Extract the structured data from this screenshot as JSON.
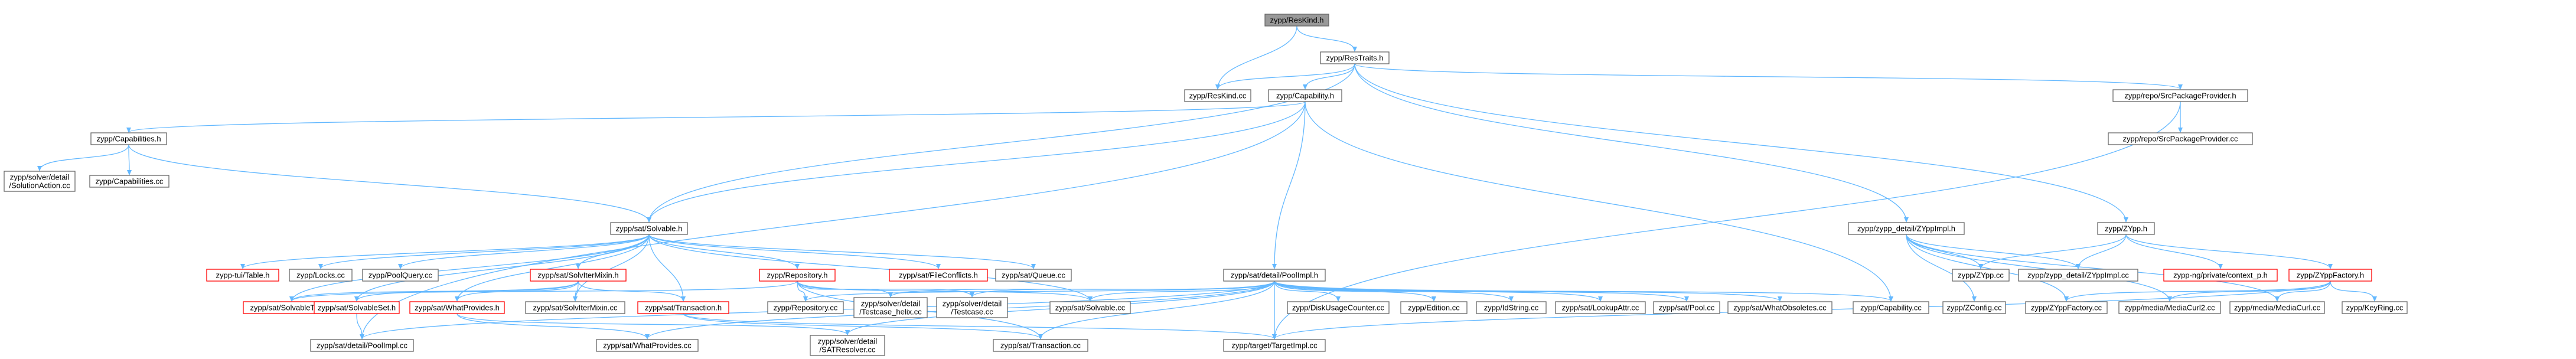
{
  "theme": {
    "edge_color": "#63b8ff",
    "root_fill": "#999999",
    "incomplete_border": "#ff0000"
  },
  "nodes": [
    {
      "id": "n_reskind_h",
      "lines": [
        "zypp/ResKind.h"
      ],
      "style": "root"
    },
    {
      "id": "n_restraits_h",
      "lines": [
        "zypp/ResTraits.h"
      ]
    },
    {
      "id": "n_reskind_cc",
      "lines": [
        "zypp/ResKind.cc"
      ]
    },
    {
      "id": "n_capability_h",
      "lines": [
        "zypp/Capability.h"
      ]
    },
    {
      "id": "n_srcpkgprov_h",
      "lines": [
        "zypp/repo/SrcPackageProvider.h"
      ]
    },
    {
      "id": "n_srcpkgprov_cc",
      "lines": [
        "zypp/repo/SrcPackageProvider.cc"
      ]
    },
    {
      "id": "n_capabilities_h",
      "lines": [
        "zypp/Capabilities.h"
      ]
    },
    {
      "id": "n_solutionaction_cc",
      "lines": [
        "zypp/solver/detail",
        "/SolutionAction.cc"
      ]
    },
    {
      "id": "n_capabilities_cc",
      "lines": [
        "zypp/Capabilities.cc"
      ]
    },
    {
      "id": "n_solvable_h",
      "lines": [
        "zypp/sat/Solvable.h"
      ]
    },
    {
      "id": "n_zyppimpl_h",
      "lines": [
        "zypp/zypp_detail/ZYppImpl.h"
      ]
    },
    {
      "id": "n_zypp_h",
      "lines": [
        "zypp/ZYpp.h"
      ]
    },
    {
      "id": "n_table_h",
      "lines": [
        "zypp-tui/Table.h"
      ],
      "style": "red"
    },
    {
      "id": "n_locks_cc",
      "lines": [
        "zypp/Locks.cc"
      ]
    },
    {
      "id": "n_poolquery_cc",
      "lines": [
        "zypp/PoolQuery.cc"
      ]
    },
    {
      "id": "n_solvitermixin_h",
      "lines": [
        "zypp/sat/SolvIterMixin.h"
      ],
      "style": "red"
    },
    {
      "id": "n_repository_h",
      "lines": [
        "zypp/Repository.h"
      ],
      "style": "red"
    },
    {
      "id": "n_fileconflicts_h",
      "lines": [
        "zypp/sat/FileConflicts.h"
      ],
      "style": "red"
    },
    {
      "id": "n_queue_cc",
      "lines": [
        "zypp/sat/Queue.cc"
      ]
    },
    {
      "id": "n_poolimpl_h",
      "lines": [
        "zypp/sat/detail/PoolImpl.h"
      ]
    },
    {
      "id": "n_zypp_cc",
      "lines": [
        "zypp/ZYpp.cc"
      ]
    },
    {
      "id": "n_zyppimpl_cc",
      "lines": [
        "zypp/zypp_detail/ZYppImpl.cc"
      ]
    },
    {
      "id": "n_context_p_h",
      "lines": [
        "zypp-ng/private/context_p.h"
      ],
      "style": "red"
    },
    {
      "id": "n_zyppfactory_h",
      "lines": [
        "zypp/ZYppFactory.h"
      ],
      "style": "red"
    },
    {
      "id": "n_solvabletype_h",
      "lines": [
        "zypp/sat/SolvableType.h"
      ],
      "style": "red"
    },
    {
      "id": "n_solvableset_h",
      "lines": [
        "zypp/sat/SolvableSet.h"
      ],
      "style": "red"
    },
    {
      "id": "n_whatprovides_h",
      "lines": [
        "zypp/sat/WhatProvides.h"
      ],
      "style": "red"
    },
    {
      "id": "n_solvitermixin_cc",
      "lines": [
        "zypp/sat/SolvIterMixin.cc"
      ]
    },
    {
      "id": "n_transaction_h",
      "lines": [
        "zypp/sat/Transaction.h"
      ],
      "style": "red"
    },
    {
      "id": "n_repository_cc",
      "lines": [
        "zypp/Repository.cc"
      ]
    },
    {
      "id": "n_testcase_helix_cc",
      "lines": [
        "zypp/solver/detail",
        "/Testcase_helix.cc"
      ]
    },
    {
      "id": "n_testcase_cc",
      "lines": [
        "zypp/solver/detail",
        "/Testcase.cc"
      ]
    },
    {
      "id": "n_solvable_cc",
      "lines": [
        "zypp/sat/Solvable.cc"
      ]
    },
    {
      "id": "n_diskusage_cc",
      "lines": [
        "zypp/DiskUsageCounter.cc"
      ]
    },
    {
      "id": "n_edition_cc",
      "lines": [
        "zypp/Edition.cc"
      ]
    },
    {
      "id": "n_idstring_cc",
      "lines": [
        "zypp/IdString.cc"
      ]
    },
    {
      "id": "n_lookupattr_cc",
      "lines": [
        "zypp/sat/LookupAttr.cc"
      ]
    },
    {
      "id": "n_pool_cc",
      "lines": [
        "zypp/sat/Pool.cc"
      ]
    },
    {
      "id": "n_whatobsoletes_cc",
      "lines": [
        "zypp/sat/WhatObsoletes.cc"
      ]
    },
    {
      "id": "n_capability_cc",
      "lines": [
        "zypp/Capability.cc"
      ]
    },
    {
      "id": "n_zconfig_cc",
      "lines": [
        "zypp/ZConfig.cc"
      ]
    },
    {
      "id": "n_zyppfactory_cc",
      "lines": [
        "zypp/ZYppFactory.cc"
      ]
    },
    {
      "id": "n_mediacurl2_cc",
      "lines": [
        "zypp/media/MediaCurl2.cc"
      ]
    },
    {
      "id": "n_mediacurl_cc",
      "lines": [
        "zypp/media/MediaCurl.cc"
      ]
    },
    {
      "id": "n_keyring_cc",
      "lines": [
        "zypp/KeyRing.cc"
      ]
    },
    {
      "id": "n_poolimpl_cc",
      "lines": [
        "zypp/sat/detail/PoolImpl.cc"
      ]
    },
    {
      "id": "n_whatprovides_cc",
      "lines": [
        "zypp/sat/WhatProvides.cc"
      ]
    },
    {
      "id": "n_satresolver_cc",
      "lines": [
        "zypp/solver/detail",
        "/SATResolver.cc"
      ]
    },
    {
      "id": "n_transaction_cc",
      "lines": [
        "zypp/sat/Transaction.cc"
      ]
    },
    {
      "id": "n_targetimpl_cc",
      "lines": [
        "zypp/target/TargetImpl.cc"
      ]
    }
  ],
  "edges": [
    [
      "n_reskind_h",
      "n_restraits_h"
    ],
    [
      "n_reskind_h",
      "n_reskind_cc"
    ],
    [
      "n_restraits_h",
      "n_reskind_cc"
    ],
    [
      "n_restraits_h",
      "n_capability_h"
    ],
    [
      "n_restraits_h",
      "n_srcpkgprov_h"
    ],
    [
      "n_restraits_h",
      "n_solvable_h"
    ],
    [
      "n_restraits_h",
      "n_zyppimpl_h"
    ],
    [
      "n_restraits_h",
      "n_zypp_h"
    ],
    [
      "n_srcpkgprov_h",
      "n_srcpkgprov_cc"
    ],
    [
      "n_srcpkgprov_h",
      "n_targetimpl_cc"
    ],
    [
      "n_capability_h",
      "n_capabilities_h"
    ],
    [
      "n_capability_h",
      "n_solvable_h"
    ],
    [
      "n_capability_h",
      "n_poolimpl_h"
    ],
    [
      "n_capability_h",
      "n_capability_cc"
    ],
    [
      "n_capability_h",
      "n_poolimpl_cc"
    ],
    [
      "n_capabilities_h",
      "n_solutionaction_cc"
    ],
    [
      "n_capabilities_h",
      "n_capabilities_cc"
    ],
    [
      "n_capabilities_h",
      "n_solvable_h"
    ],
    [
      "n_solvable_h",
      "n_table_h"
    ],
    [
      "n_solvable_h",
      "n_locks_cc"
    ],
    [
      "n_solvable_h",
      "n_poolquery_cc"
    ],
    [
      "n_solvable_h",
      "n_solvitermixin_h"
    ],
    [
      "n_solvable_h",
      "n_repository_h"
    ],
    [
      "n_solvable_h",
      "n_fileconflicts_h"
    ],
    [
      "n_solvable_h",
      "n_queue_cc"
    ],
    [
      "n_solvable_h",
      "n_solvabletype_h"
    ],
    [
      "n_solvable_h",
      "n_solvableset_h"
    ],
    [
      "n_solvable_h",
      "n_whatprovides_h"
    ],
    [
      "n_solvable_h",
      "n_solvitermixin_cc"
    ],
    [
      "n_solvable_h",
      "n_transaction_h"
    ],
    [
      "n_solvable_h",
      "n_solvable_cc"
    ],
    [
      "n_solvitermixin_h",
      "n_solvabletype_h"
    ],
    [
      "n_solvitermixin_h",
      "n_solvableset_h"
    ],
    [
      "n_solvitermixin_h",
      "n_whatprovides_h"
    ],
    [
      "n_solvitermixin_h",
      "n_solvitermixin_cc"
    ],
    [
      "n_solvitermixin_h",
      "n_transaction_h"
    ],
    [
      "n_repository_h",
      "n_solvabletype_h"
    ],
    [
      "n_repository_h",
      "n_repository_cc"
    ],
    [
      "n_repository_h",
      "n_testcase_helix_cc"
    ],
    [
      "n_repository_h",
      "n_testcase_cc"
    ],
    [
      "n_repository_h",
      "n_solvable_cc"
    ],
    [
      "n_repository_h",
      "n_transaction_cc"
    ],
    [
      "n_solvableset_h",
      "n_poolimpl_cc"
    ],
    [
      "n_whatprovides_h",
      "n_whatprovides_cc"
    ],
    [
      "n_whatprovides_h",
      "n_satresolver_cc"
    ],
    [
      "n_transaction_h",
      "n_transaction_cc"
    ],
    [
      "n_transaction_h",
      "n_targetimpl_cc"
    ],
    [
      "n_zyppimpl_h",
      "n_zypp_cc"
    ],
    [
      "n_zyppimpl_h",
      "n_zyppimpl_cc"
    ],
    [
      "n_zyppimpl_h",
      "n_zconfig_cc"
    ],
    [
      "n_zyppimpl_h",
      "n_zyppfactory_cc"
    ],
    [
      "n_zyppimpl_h",
      "n_mediacurl2_cc"
    ],
    [
      "n_zyppimpl_h",
      "n_mediacurl_cc"
    ],
    [
      "n_zypp_h",
      "n_zypp_cc"
    ],
    [
      "n_zypp_h",
      "n_zyppimpl_cc"
    ],
    [
      "n_zypp_h",
      "n_context_p_h"
    ],
    [
      "n_zypp_h",
      "n_zyppfactory_h"
    ],
    [
      "n_zyppfactory_h",
      "n_zyppfactory_cc"
    ],
    [
      "n_zyppfactory_h",
      "n_mediacurl2_cc"
    ],
    [
      "n_zyppfactory_h",
      "n_mediacurl_cc"
    ],
    [
      "n_zyppfactory_h",
      "n_keyring_cc"
    ],
    [
      "n_zyppfactory_h",
      "n_targetimpl_cc"
    ],
    [
      "n_poolimpl_h",
      "n_repository_cc"
    ],
    [
      "n_poolimpl_h",
      "n_testcase_helix_cc"
    ],
    [
      "n_poolimpl_h",
      "n_testcase_cc"
    ],
    [
      "n_poolimpl_h",
      "n_solvable_cc"
    ],
    [
      "n_poolimpl_h",
      "n_diskusage_cc"
    ],
    [
      "n_poolimpl_h",
      "n_edition_cc"
    ],
    [
      "n_poolimpl_h",
      "n_idstring_cc"
    ],
    [
      "n_poolimpl_h",
      "n_lookupattr_cc"
    ],
    [
      "n_poolimpl_h",
      "n_pool_cc"
    ],
    [
      "n_poolimpl_h",
      "n_whatobsoletes_cc"
    ],
    [
      "n_poolimpl_h",
      "n_capability_cc"
    ],
    [
      "n_poolimpl_h",
      "n_poolimpl_cc"
    ],
    [
      "n_poolimpl_h",
      "n_whatprovides_cc"
    ],
    [
      "n_poolimpl_h",
      "n_satresolver_cc"
    ],
    [
      "n_poolimpl_h",
      "n_transaction_cc"
    ],
    [
      "n_poolimpl_h",
      "n_targetimpl_cc"
    ]
  ]
}
